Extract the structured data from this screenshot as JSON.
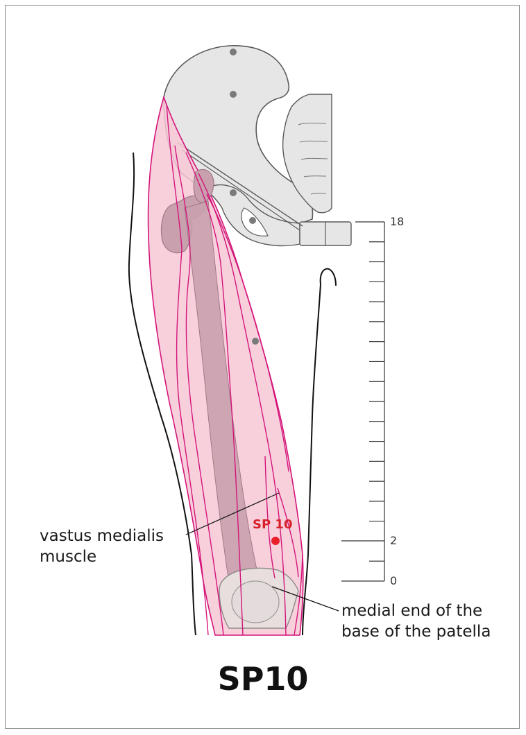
{
  "figure": {
    "title": "SP10",
    "point_label": "SP 10",
    "labels": {
      "vastus_line1": "vastus medialis",
      "vastus_line2": "muscle",
      "patella_line1": "medial end of the",
      "patella_line2": "base of the patella"
    },
    "scale": {
      "top_value": "18",
      "mid_value": "2",
      "bottom_value": "0"
    },
    "colors": {
      "muscle_fill": "#f6c8d6",
      "muscle_line": "#d4147a",
      "bone_fill": "#e6e6e6",
      "bone_line": "#5a5a5a",
      "femur_shaft": "#c9a0ae",
      "point_red": "#e8202a",
      "point_gray": "#7a7a7a"
    }
  }
}
